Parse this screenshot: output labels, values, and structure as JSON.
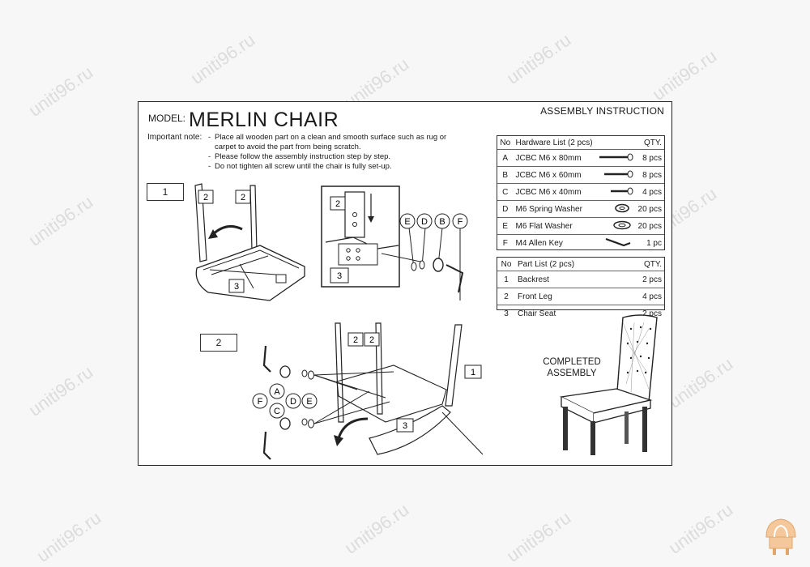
{
  "header": {
    "model_label": "MODEL:",
    "model_name": "MERLIN CHAIR",
    "assembly_label": "ASSEMBLY INSTRUCTION"
  },
  "notes": {
    "label": "Important note:",
    "items": [
      "Place all wooden part on a clean and smooth surface such as rug or",
      "carpet to avoid the part from being scratch.",
      "Please follow the assembly instruction step by step.",
      "Do not tighten all screw until the chair is fully set-up."
    ]
  },
  "hardware": {
    "headers": [
      "No",
      "Hardware List (2 pcs)",
      "QTY."
    ],
    "rows": [
      {
        "no": "A",
        "name": "JCBC M6 x 80mm",
        "qty": "8 pcs",
        "icon": "bolt-80-icon"
      },
      {
        "no": "B",
        "name": "JCBC M6 x 60mm",
        "qty": "8 pcs",
        "icon": "bolt-60-icon"
      },
      {
        "no": "C",
        "name": "JCBC M6 x 40mm",
        "qty": "4 pcs",
        "icon": "bolt-40-icon"
      },
      {
        "no": "D",
        "name": "M6 Spring Washer",
        "qty": "20 pcs",
        "icon": "spring-washer-icon"
      },
      {
        "no": "E",
        "name": "M6 Flat Washer",
        "qty": "20 pcs",
        "icon": "flat-washer-icon"
      },
      {
        "no": "F",
        "name": "M4 Allen Key",
        "qty": "1 pc",
        "icon": "allen-key-icon"
      }
    ]
  },
  "parts": {
    "headers": [
      "No",
      "Part List (2 pcs)",
      "QTY."
    ],
    "rows": [
      {
        "no": "1",
        "name": "Backrest",
        "qty": "2 pcs"
      },
      {
        "no": "2",
        "name": "Front Leg",
        "qty": "4 pcs"
      },
      {
        "no": "3",
        "name": "Chair Seat",
        "qty": "2 pcs"
      }
    ]
  },
  "steps": [
    "1",
    "2"
  ],
  "diagram_labels": {
    "leg": "2",
    "seat": "3",
    "backrest": "1",
    "A": "A",
    "B": "B",
    "C": "C",
    "D": "D",
    "E": "E",
    "F": "F"
  },
  "completed": [
    "COMPLETED",
    "ASSEMBLY"
  ],
  "watermark": "uniti96.ru"
}
